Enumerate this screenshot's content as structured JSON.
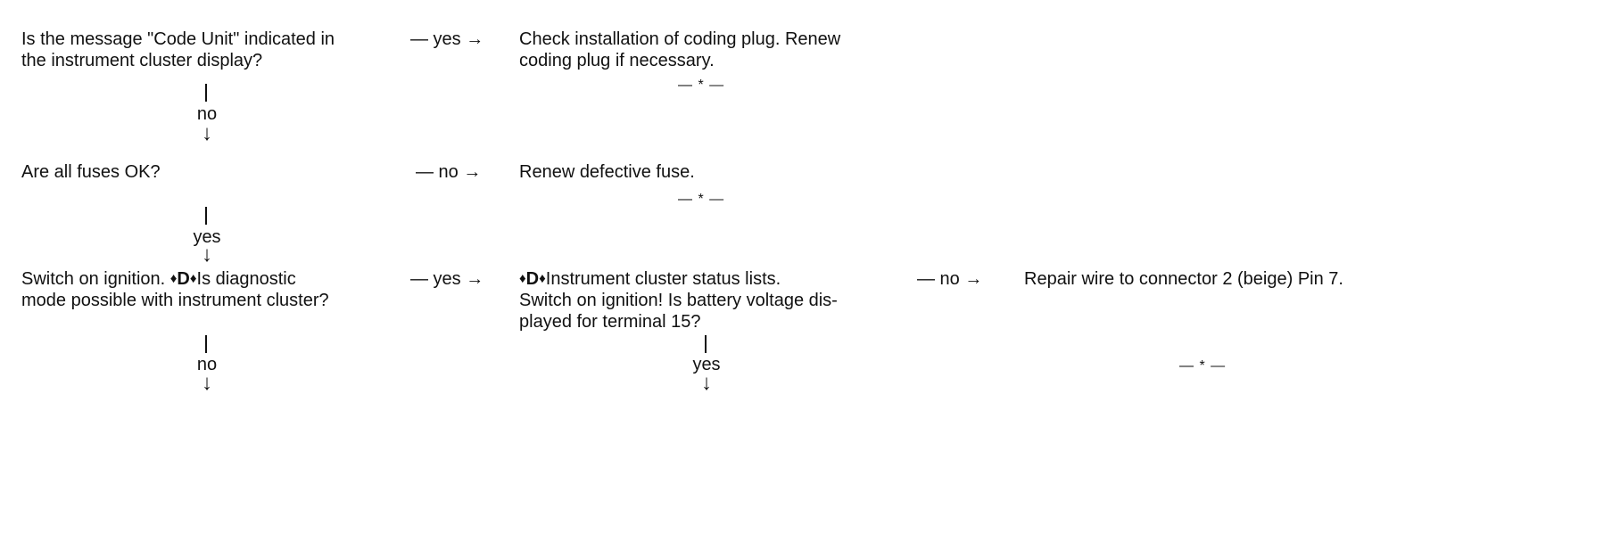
{
  "rows": [
    {
      "question": "Is the message \"Code Unit\" indicated in\nthe instrument cluster display?",
      "branch": "— yes →",
      "action": "Check installation of coding plug. Renew\ncoding plug if necessary.",
      "action_end": "— * —",
      "down_label": "no",
      "down_arrow": "↓"
    },
    {
      "question": "Are all fuses OK?",
      "branch": "— no →",
      "action": "Renew defective fuse.",
      "action_end": "— * —",
      "down_label": "yes",
      "down_arrow": "↓"
    },
    {
      "question_pre": "Switch on ignition. ",
      "question_diamond_left": "♦",
      "question_d": "D",
      "question_diamond_right": "♦",
      "question_post": "Is diagnostic",
      "question_line2": "mode possible with instrument cluster?",
      "branch": "— yes →",
      "action_diamond_left": "♦",
      "action_d": "D",
      "action_diamond_right": "♦",
      "action_line1_post": "Instrument cluster status lists.",
      "action_rest": "Switch on ignition! Is battery voltage dis-\nplayed for terminal 15?",
      "action_down_label": "yes",
      "action_down_arrow": "↓",
      "branch2": "— no →",
      "action2": "Repair wire to connector 2 (beige) Pin 7.",
      "action2_end": "— * —",
      "down_label": "no",
      "down_arrow": "↓"
    }
  ]
}
